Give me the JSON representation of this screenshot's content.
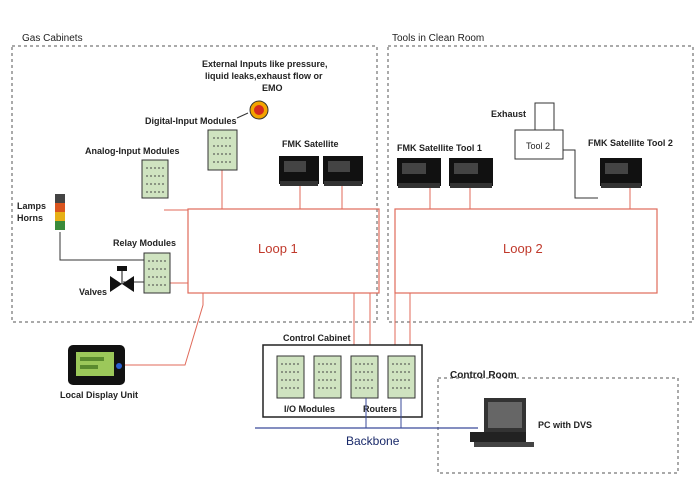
{
  "regions": {
    "gas_cabinets": "Gas Cabinets",
    "clean_room": "Tools in Clean Room",
    "control_cabinet": "Control Cabinet",
    "control_room": "Control Room"
  },
  "loops": {
    "loop1": "Loop 1",
    "loop2": "Loop 2",
    "backbone": "Backbone"
  },
  "labels": {
    "external_inputs": [
      "External Inputs like pressure,",
      "liquid leaks,exhaust flow or",
      "EMO"
    ],
    "digital_input": "Digital-Input Modules",
    "analog_input": "Analog-Input Modules",
    "lamps": "Lamps",
    "horns": "Horns",
    "relay": "Relay Modules",
    "valves": "Valves",
    "fmk_satellite": "FMK Satellite",
    "fmk_tool1": "FMK Satellite Tool 1",
    "fmk_tool2": "FMK Satellite Tool 2",
    "exhaust": "Exhaust",
    "tool2": "Tool 2",
    "local_display": "Local Display Unit",
    "io_modules": "I/O Modules",
    "routers": "Routers",
    "pc": "PC with DVS"
  },
  "colors": {
    "loop_line": "#e06a5a",
    "loop_text": "#c0392b",
    "backbone_line": "#3a4a9a",
    "module_green": "#cfe3c0",
    "device_black": "#111111",
    "dashed_border": "#555555"
  }
}
